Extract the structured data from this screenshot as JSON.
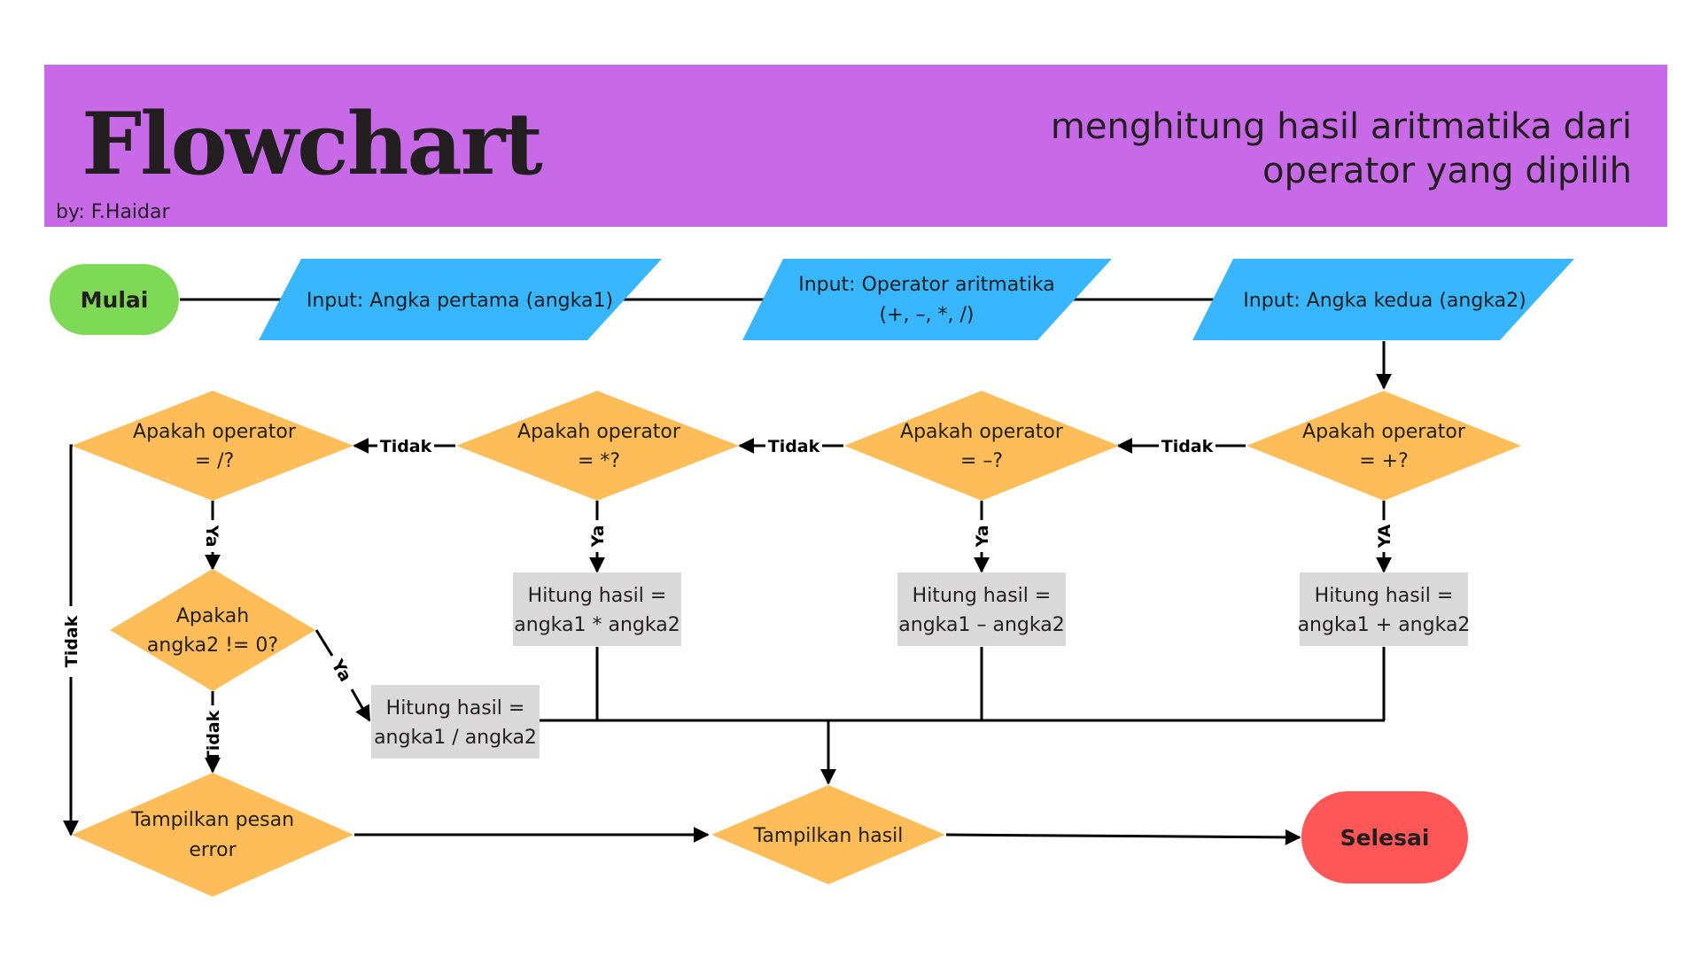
{
  "header": {
    "title": "Flowchart",
    "author": "by: F.Haidar",
    "subtitle_line1": "menghitung hasil aritmatika dari",
    "subtitle_line2": "operator yang dipilih"
  },
  "colors": {
    "header_bg": "#c86ae8",
    "start": "#7ed957",
    "io": "#38b6ff",
    "decision": "#ffbd59",
    "process": "#d9d9d9",
    "end": "#ff5757",
    "line": "#000000"
  },
  "nodes": {
    "mulai": "Mulai",
    "input_angka1": "Input: Angka pertama (angka1)",
    "input_operator_line1": "Input: Operator aritmatika",
    "input_operator_line2": "(+, –, *, /)",
    "input_angka2": "Input: Angka kedua (angka2)",
    "cek_tambah_line1": "Apakah operator",
    "cek_tambah_line2": "= +?",
    "cek_kurang_line1": "Apakah operator",
    "cek_kurang_line2": "= –?",
    "cek_kali_line1": "Apakah operator",
    "cek_kali_line2": "= *?",
    "cek_bagi_line1": "Apakah operator",
    "cek_bagi_line2": "= /?",
    "cek_nol_line1": "Apakah",
    "cek_nol_line2": "angka2 != 0?",
    "hitung_tambah_line1": "Hitung hasil =",
    "hitung_tambah_line2": "angka1 + angka2",
    "hitung_kurang_line1": "Hitung hasil =",
    "hitung_kurang_line2": "angka1 – angka2",
    "hitung_kali_line1": "Hitung hasil =",
    "hitung_kali_line2": "angka1 * angka2",
    "hitung_bagi_line1": "Hitung hasil =",
    "hitung_bagi_line2": "angka1 / angka2",
    "error_line1": "Tampilkan pesan",
    "error_line2": "error",
    "tampilkan_hasil": "Tampilkan hasil",
    "selesai": "Selesai"
  },
  "labels": {
    "tidak": "Tidak",
    "ya": "Ya",
    "ya_caps": "YA"
  }
}
